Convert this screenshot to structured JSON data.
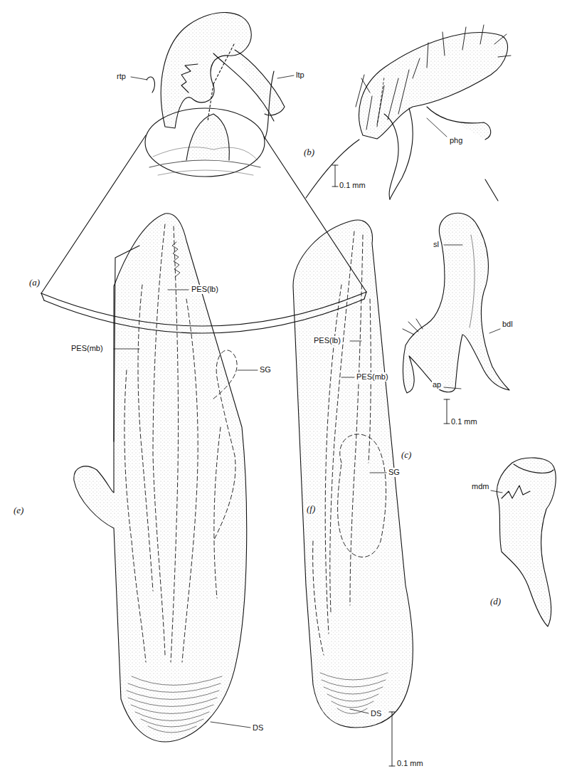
{
  "diagram": {
    "labels": [
      "rtp",
      "ltp",
      "(a)",
      "phg",
      "(b)",
      "0.1 mm",
      "sl",
      "bdl",
      "ap",
      "(c)",
      "0.1 mm",
      "mdm",
      "(d)",
      "PES(lb)",
      "PES(mb)",
      "SG",
      "(e)",
      "DS",
      "PES(lb)",
      "PES(mb)",
      "SG",
      "(f)",
      "DS",
      "0.1 mm"
    ]
  }
}
